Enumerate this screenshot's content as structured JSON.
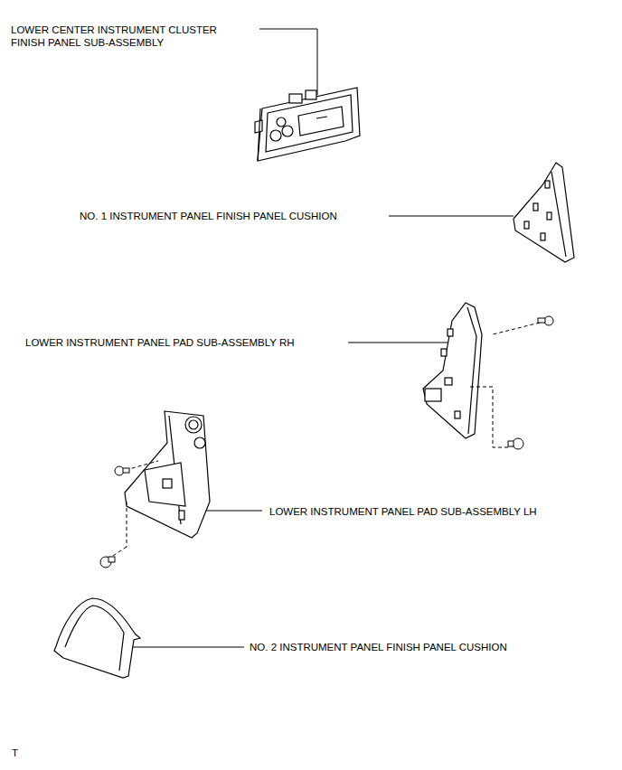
{
  "diagram": {
    "labels": [
      "LOWER CENTER INSTRUMENT CLUSTER FINISH PANEL SUB-ASSEMBLY",
      "NO. 1 INSTRUMENT PANEL FINISH PANEL CUSHION",
      "LOWER INSTRUMENT PANEL PAD SUB-ASSEMBLY RH",
      "LOWER INSTRUMENT PANEL PAD SUB-ASSEMBLY LH",
      "NO. 2 INSTRUMENT PANEL FINISH PANEL CUSHION",
      "T"
    ]
  }
}
